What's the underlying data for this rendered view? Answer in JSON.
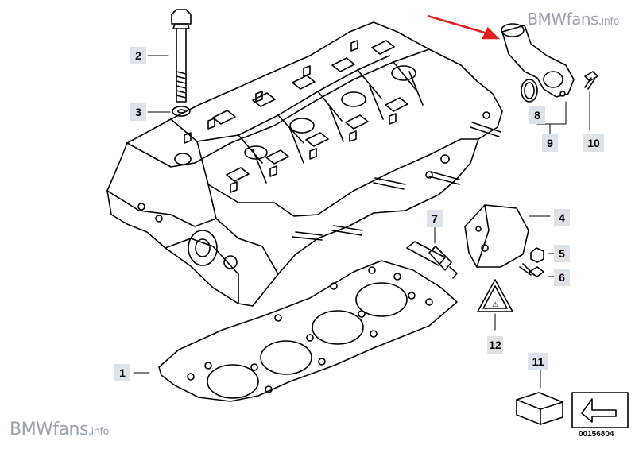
{
  "watermark_top": {
    "brand": "BMWfans",
    "suffix": ".info"
  },
  "watermark_bottom": {
    "brand": "BMWfans",
    "suffix": ".info"
  },
  "document_number": "00156804",
  "callouts": {
    "c1": "1",
    "c2": "2",
    "c3": "3",
    "c4": "4",
    "c5": "5",
    "c6": "6",
    "c7": "7",
    "c8": "8",
    "c9": "9",
    "c10": "10",
    "c11": "11",
    "c12": "12"
  },
  "colors": {
    "line": "#000000",
    "callout_bg": "#dde3ea",
    "arrow": "#e0201c",
    "watermark": "#9aa3ad"
  }
}
